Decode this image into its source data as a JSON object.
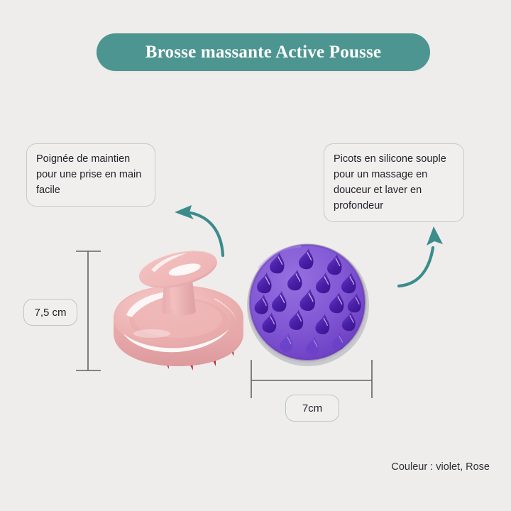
{
  "title": {
    "text": "Brosse massante Active Pousse",
    "pill_color": "#4d9591",
    "text_color": "#ffffff"
  },
  "background_color": "#efedeb",
  "callouts": [
    {
      "id": "handle",
      "text": "Poignée de maintien pour une prise en main facile",
      "points_to": "pink-brush-handle"
    },
    {
      "id": "bristles",
      "text": "Picots en silicone souple pour un massage en douceur et laver en profondeur",
      "points_to": "purple-brush-nubs"
    }
  ],
  "dimensions": {
    "height_label": "7,5 cm",
    "width_label": "7cm"
  },
  "arrows": {
    "left_arrow_name": "curved-arrow-left",
    "right_arrow_name": "curved-arrow-right",
    "color": "#3c8c8c"
  },
  "products": {
    "pink": {
      "name": "pink-massage-brush",
      "body_color": "#eeb4b4",
      "highlight_color": "#ffffff",
      "nub_color": "#c42a3c"
    },
    "purple": {
      "name": "purple-massage-brush",
      "body_color": "#8157d4",
      "nub_color": "#4a1fa8",
      "rim_color": "#c8c9cc",
      "nub_count": 20
    }
  },
  "footer": {
    "color_caption": "Couleur : violet, Rose"
  }
}
